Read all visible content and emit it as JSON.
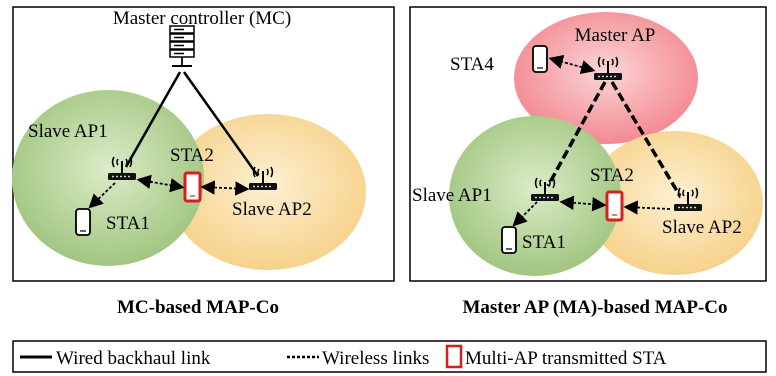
{
  "left_panel": {
    "mc_label": "Master controller  (MC)",
    "ap1_label": "Slave AP1",
    "ap2_label": "Slave AP2",
    "sta1_label": "STA1",
    "sta2_label": "STA2",
    "caption": "MC-based MAP-Co"
  },
  "right_panel": {
    "master_label": "Master AP",
    "sta4_label": "STA4",
    "ap1_label": "Slave AP1",
    "ap2_label": "Slave AP2",
    "sta1_label": "STA1",
    "sta2_label": "STA2",
    "caption": "Master AP (MA)-based MAP-Co"
  },
  "legend": {
    "wired": "Wired backhaul  link",
    "wireless": "Wireless links",
    "multi_ap": "Multi-AP transmitted STA"
  },
  "colors": {
    "green_region": "#9cc27a",
    "orange_region": "#f6cf84",
    "red_region": "#f2828a",
    "highlight": "#d62020"
  },
  "icons": [
    "server-icon",
    "access-point-icon",
    "phone-icon"
  ]
}
